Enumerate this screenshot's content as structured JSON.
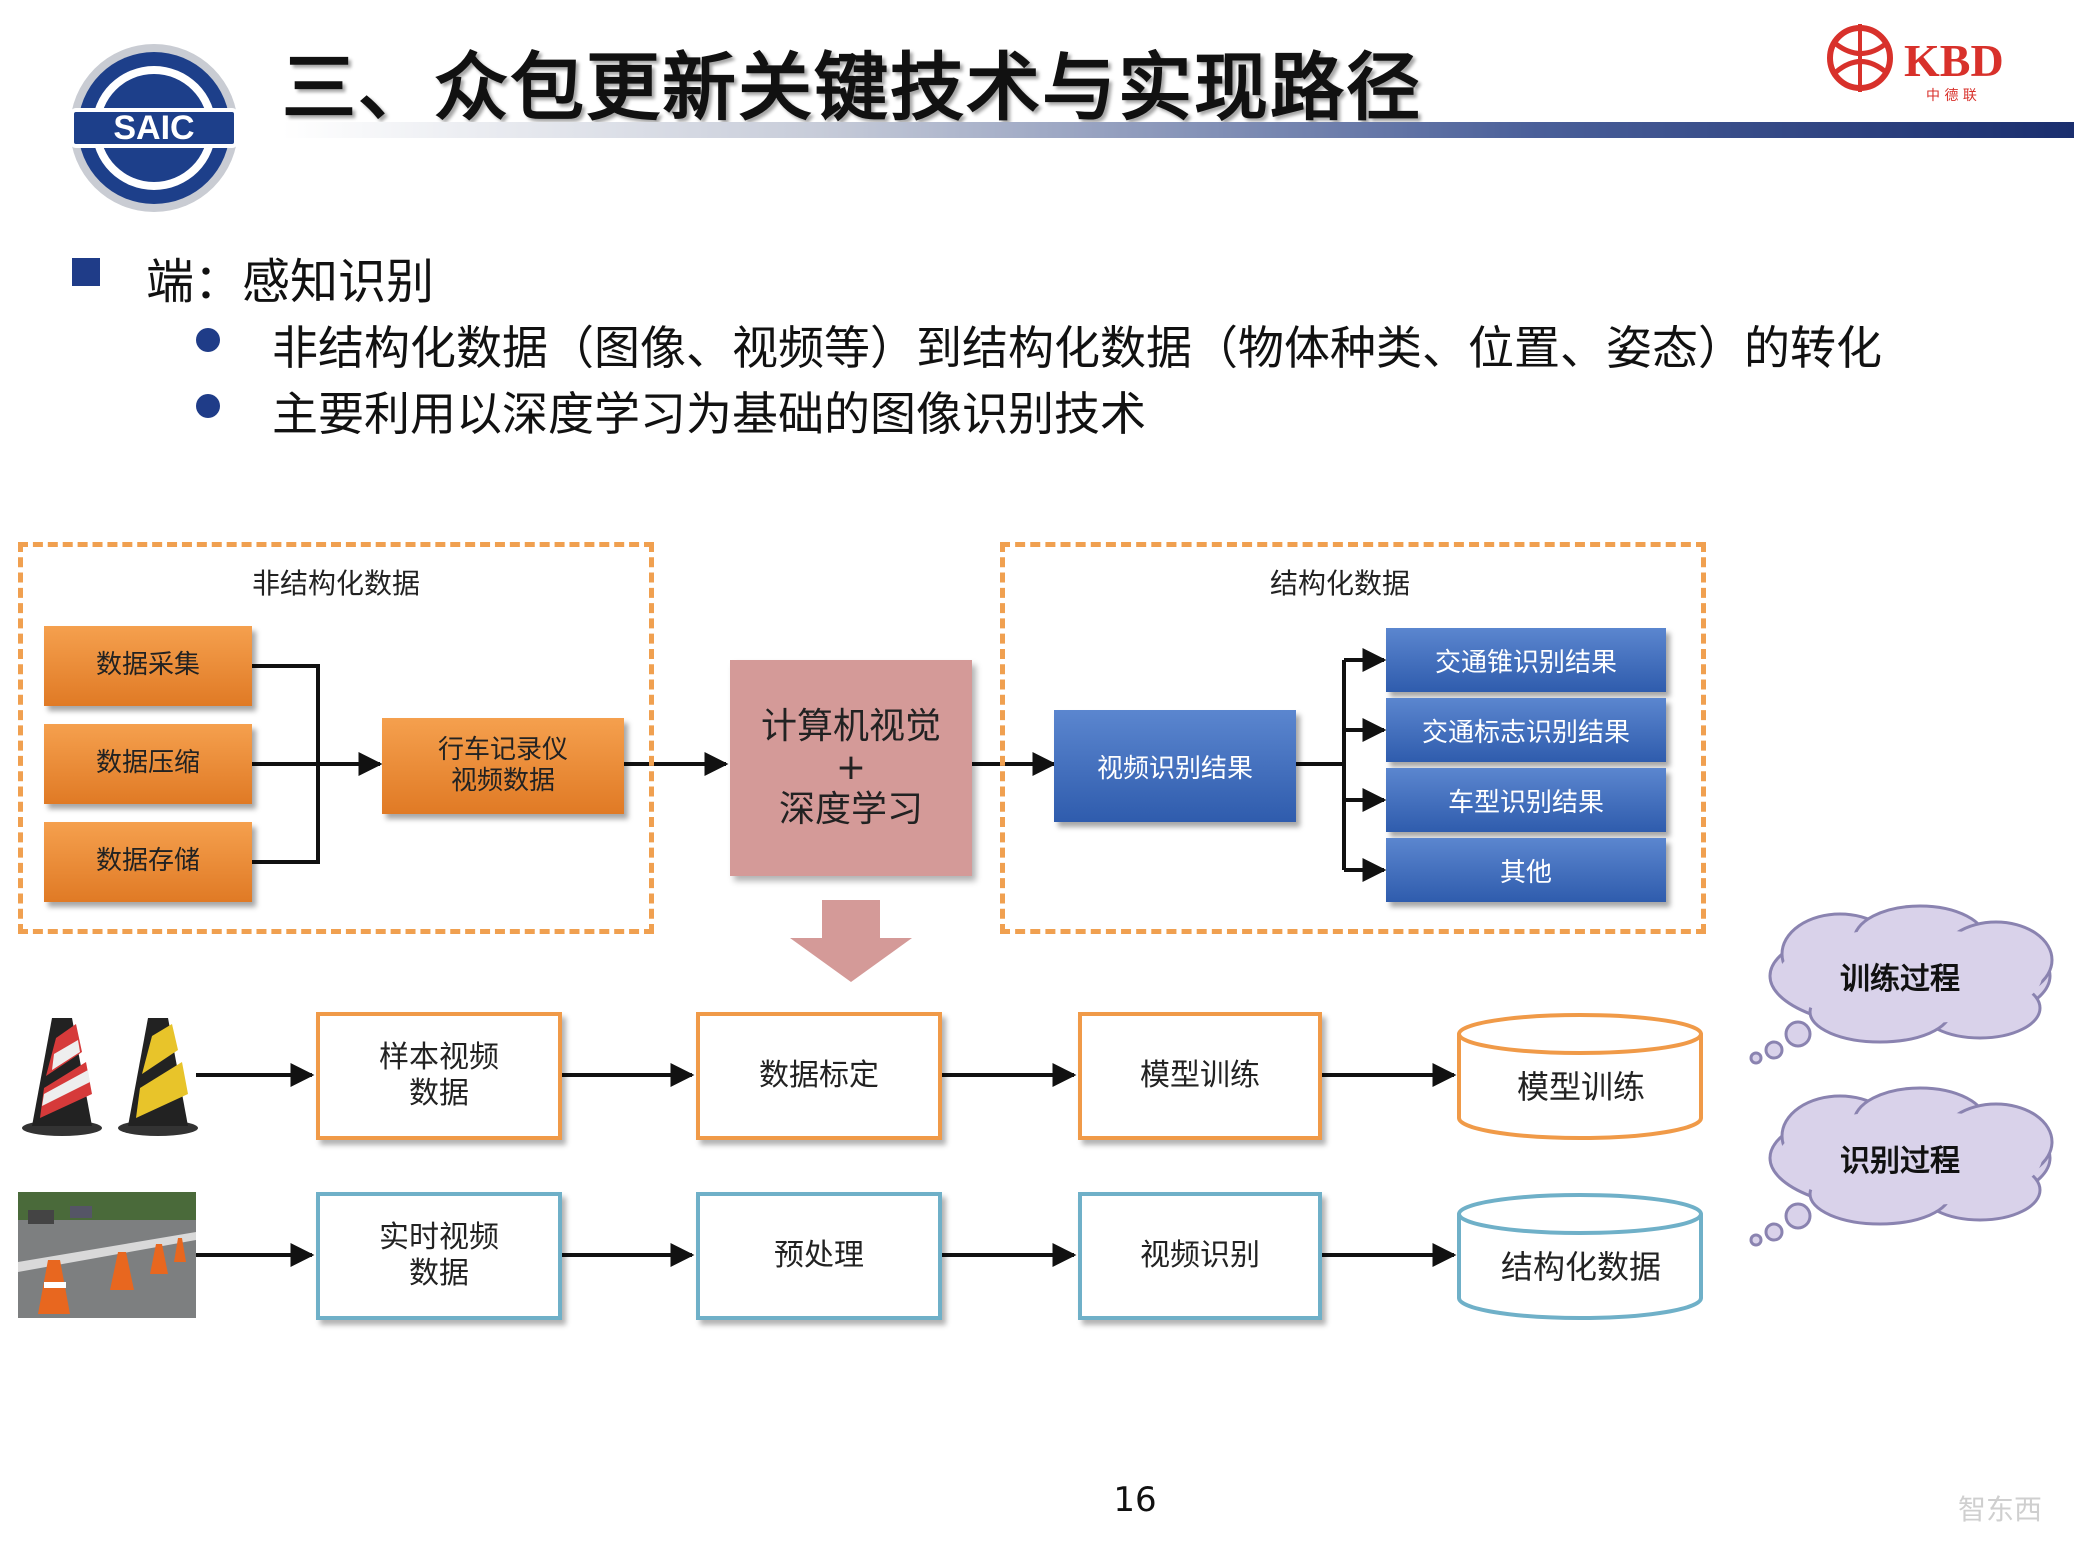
{
  "header": {
    "title": "三、众包更新关键技术与实现路径",
    "saic_logo_text": "SAIC",
    "kbd_logo_text": "KBD",
    "kbd_logo_sub": "中 德 联"
  },
  "content": {
    "heading": "端：感知识别",
    "bullets": [
      "非结构化数据（图像、视频等）到结构化数据（物体种类、位置、姿态）的转化",
      "主要利用以深度学习为基础的图像识别技术"
    ]
  },
  "diagram": {
    "unstructured_label": "非结构化数据",
    "structured_label": "结构化数据",
    "left_boxes": [
      "数据采集",
      "数据压缩",
      "数据存储"
    ],
    "recorder_line1": "行车记录仪",
    "recorder_line2": "视频数据",
    "cv_line1": "计算机视觉",
    "cv_plus": "+",
    "cv_line2": "深度学习",
    "video_result": "视频识别结果",
    "results": [
      "交通锥识别结果",
      "交通标志识别结果",
      "车型识别结果",
      "其他"
    ]
  },
  "training_row": {
    "sample_line1": "样本视频",
    "sample_line2": "数据",
    "labeling": "数据标定",
    "training": "模型训练",
    "cylinder": "模型训练",
    "cloud": "训练过程"
  },
  "recognition_row": {
    "realtime_line1": "实时视频",
    "realtime_line2": "数据",
    "preprocess": "预处理",
    "recognition": "视频识别",
    "cylinder": "结构化数据",
    "cloud": "识别过程"
  },
  "footer": {
    "page_number": "16",
    "watermark": "智东西"
  },
  "colors": {
    "orange": "#f09a48",
    "blue": "#2f5cad",
    "pink": "#d49a98",
    "teal": "#6fb0c8",
    "navy": "#1f3c88"
  }
}
